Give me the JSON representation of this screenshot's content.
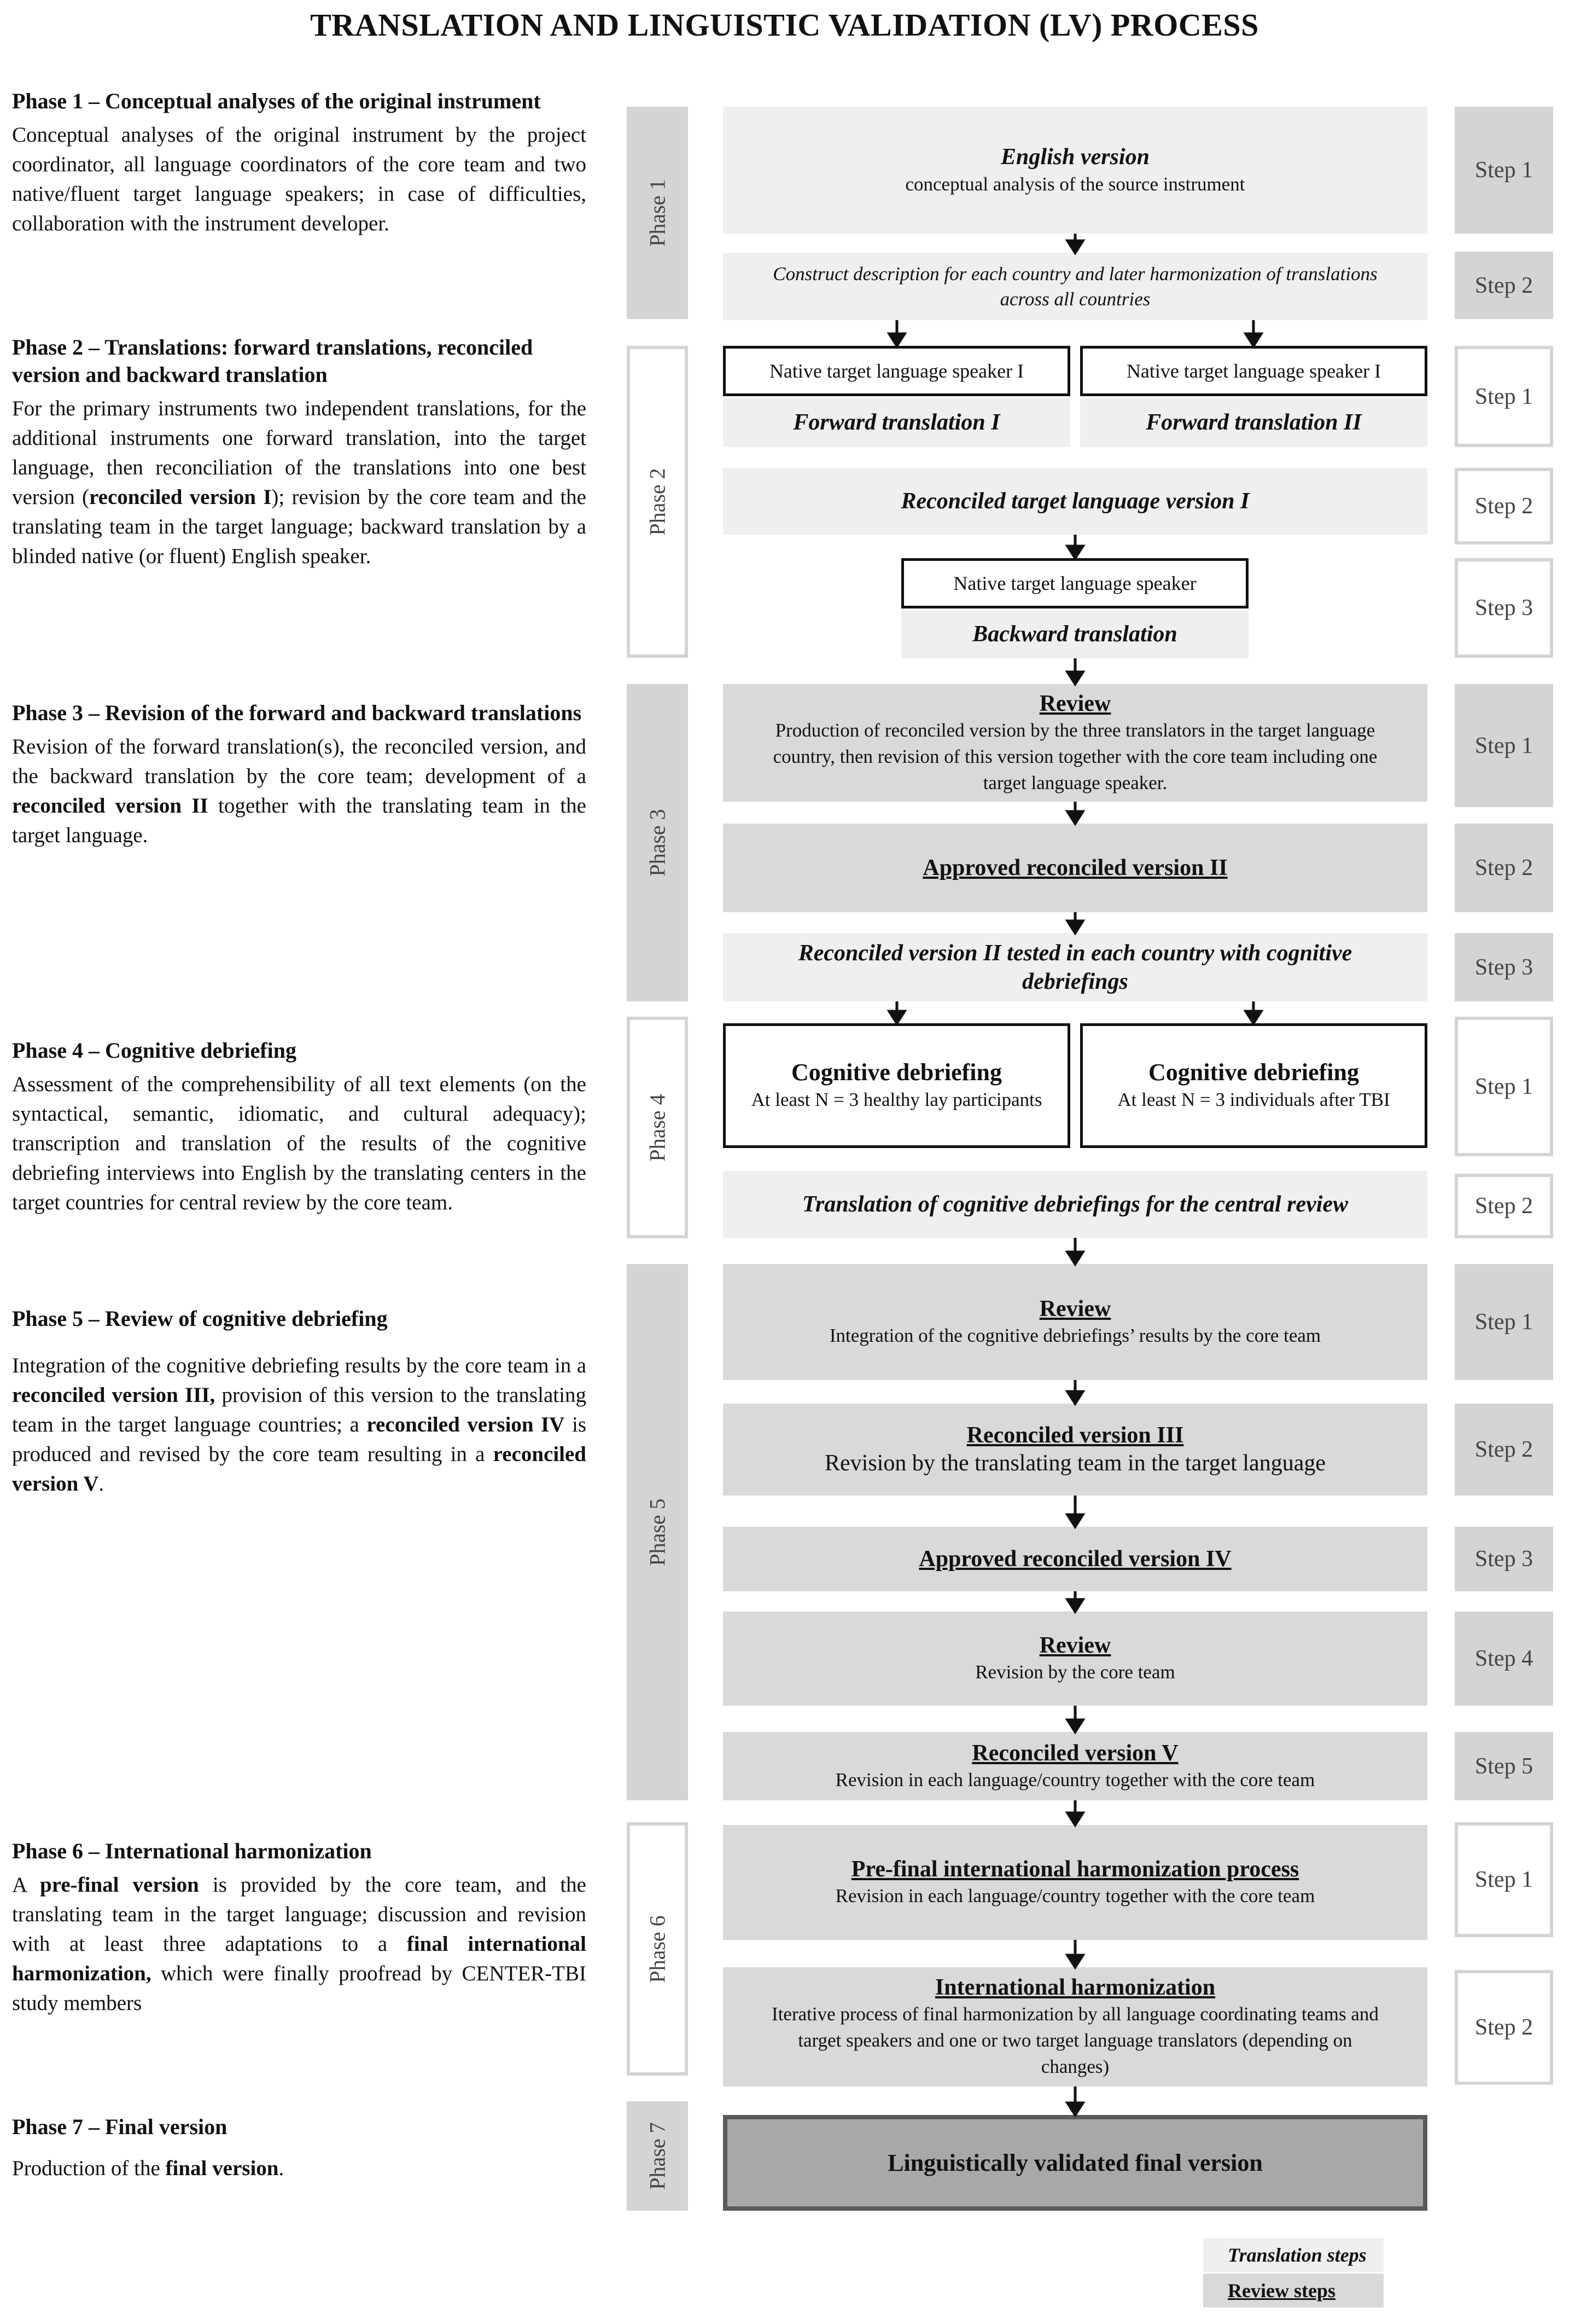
{
  "title": "TRANSLATION AND LINGUISTIC VALIDATION (LV) PROCESS",
  "phases_text": [
    {
      "heading": "Phase 1 – Conceptual analyses of the original instrument",
      "body_html": "Conceptual analyses of the original instrument by the project coordinator, all language coordinators of the core team and two native/fluent target language speakers; in case of difficulties, collaboration with the instrument developer."
    },
    {
      "heading": "Phase 2 – Translations: forward translations, reconciled version and backward translation",
      "body_html": "For the primary instruments two independent translations, for the additional instruments one forward translation, into the target language, then reconciliation of the translations into one best version (<b>reconciled version I</b>); revision by the core team and the translating team in the target language; backward translation by a blinded native (or fluent) English speaker."
    },
    {
      "heading": "Phase 3 – Revision of the forward and backward translations",
      "body_html": "Revision of the forward translation(s), the reconciled version, and the backward translation by the core team; development of a <b>reconciled version II</b> together with the translating team in the target language."
    },
    {
      "heading": "Phase 4 – Cognitive debriefing",
      "body_html": "Assessment of the comprehensibility of all text elements (on the syntactical, semantic, idiomatic, and cultural adequacy); transcription and translation of the results of the cognitive debriefing interviews into English by the translating centers in the target countries for central review by the core team."
    },
    {
      "heading": "Phase 5 – Review of cognitive debriefing",
      "body_html": "Integration of the cognitive debriefing results by the core team in a <b>reconciled version III,</b> provision of this version to the translating team in the target language countries; a <b>reconciled version IV</b> is produced and revised by the core team resulting in a <b>reconciled version V</b>."
    },
    {
      "heading": "Phase 6 – International harmonization",
      "body_html": "A <b>pre-final version</b> is provided by the core team, and the translating team in the target language; discussion and revision with at least three adaptations to a <b>final international harmonization,</b> which were finally proofread by CENTER-TBI study members"
    },
    {
      "heading": "Phase 7 –  Final version",
      "body_html": "Production of the <b>final version</b>."
    }
  ],
  "rails": [
    "Phase 1",
    "Phase 2",
    "Phase 3",
    "Phase 4",
    "Phase 5",
    "Phase 6",
    "Phase 7"
  ],
  "steps": {
    "s1": "Step 1",
    "s2": "Step 2",
    "s3": "Step 3",
    "s4": "Step 4",
    "s5": "Step 5"
  },
  "flow": {
    "p1_english_title": "English version",
    "p1_english_sub": "conceptual analysis of the source instrument",
    "p1_construct": "Construct description for each country and later harmonization of translations across all countries",
    "native_speaker_I": "Native target language speaker I",
    "forward_I": "Forward translation I",
    "forward_II": "Forward translation II",
    "reconciled_I": "Reconciled target language version I",
    "native_speaker": "Native target language speaker",
    "backward": "Backward translation",
    "review": "Review",
    "p3_review_sub": "Production of reconciled version by the three translators in the target language country, then revision of this version together with the core team including one target language speaker.",
    "approved_II": "Approved reconciled version II",
    "tested_II": "Reconciled version II tested in each country with cognitive debriefings",
    "cog_title": "Cognitive debriefing",
    "cog_lay": "At least N = 3 healthy lay participants",
    "cog_tbi": "At least N = 3 individuals after TBI",
    "translation_cog": "Translation of cognitive debriefings for the central review",
    "p5_review_sub": "Integration of the cognitive debriefings’ results by the core team",
    "reconciled_III": "Reconciled version III",
    "reconciled_III_sub": "Revision by the translating team in the target language",
    "approved_IV": "Approved reconciled version IV",
    "p5_review2_sub": "Revision by the core team",
    "reconciled_V": "Reconciled version V",
    "reconciled_V_sub": "Revision in each language/country together with the core team",
    "prefinal": "Pre-final international harmonization process",
    "prefinal_sub": "Revision in each language/country together with the core team",
    "intl": "International harmonization",
    "intl_sub": "Iterative process of final harmonization by all language coordinating teams and target speakers and one or two target language translators (depending on changes)",
    "final": "Linguistically validated final version"
  },
  "legend": {
    "translation": "Translation steps",
    "review": "Review steps"
  },
  "colors": {
    "translation_fill": "#efefef",
    "review_fill": "#d9d9d9",
    "final_fill": "#a8a8a8",
    "rail_fill": "#d4d4d4"
  }
}
